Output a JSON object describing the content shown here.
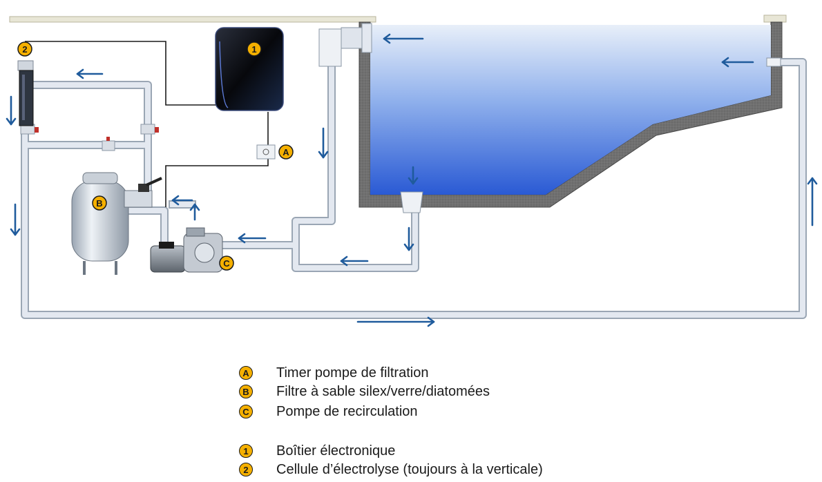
{
  "colors": {
    "badge_fill": "#f5b000",
    "pipe": "#dde4ee",
    "pipe_outline": "#9aa6b4",
    "arrow": "#1f5b9c",
    "wall": "#6e6e6e",
    "water_top": "#dfe9f7",
    "water_bottom": "#2f5fd6",
    "wire": "#1a1a1a"
  },
  "diagram_badges": {
    "control_box": "1",
    "cell": "2",
    "timer": "A",
    "filter": "B",
    "pump": "C"
  },
  "legend": [
    {
      "badge": "A",
      "label": "Timer pompe de filtration"
    },
    {
      "badge": "B",
      "label": "Filtre à sable silex/verre/diatomées"
    },
    {
      "badge": "C",
      "label": "Pompe de recirculation"
    },
    {
      "badge": "1",
      "label": "Boîtier électronique"
    },
    {
      "badge": "2",
      "label": "Cellule d’électrolyse (toujours à la verticale)"
    }
  ]
}
